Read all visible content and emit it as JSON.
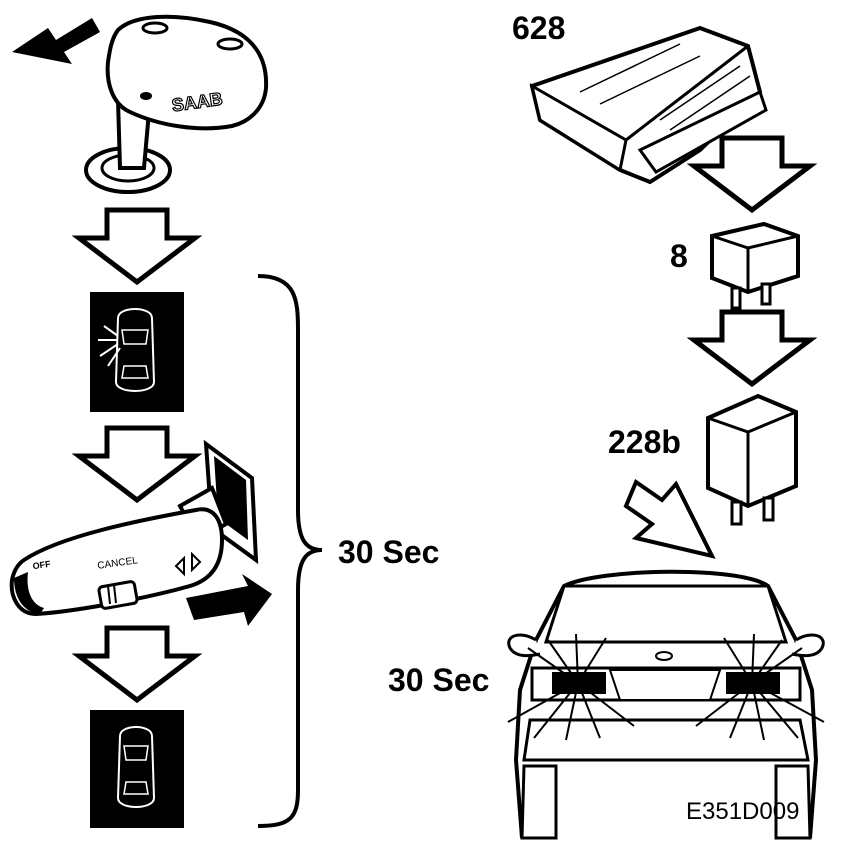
{
  "labels": {
    "ecu": "628",
    "relay_8": "8",
    "relay_228b": "228b",
    "duration_bracket": "30 Sec",
    "duration_lights": "30 Sec",
    "figure_code": "E351D009"
  },
  "key_logo": "SAAB",
  "stalk_text": {
    "off": "OFF",
    "cancel": "CANCEL"
  }
}
